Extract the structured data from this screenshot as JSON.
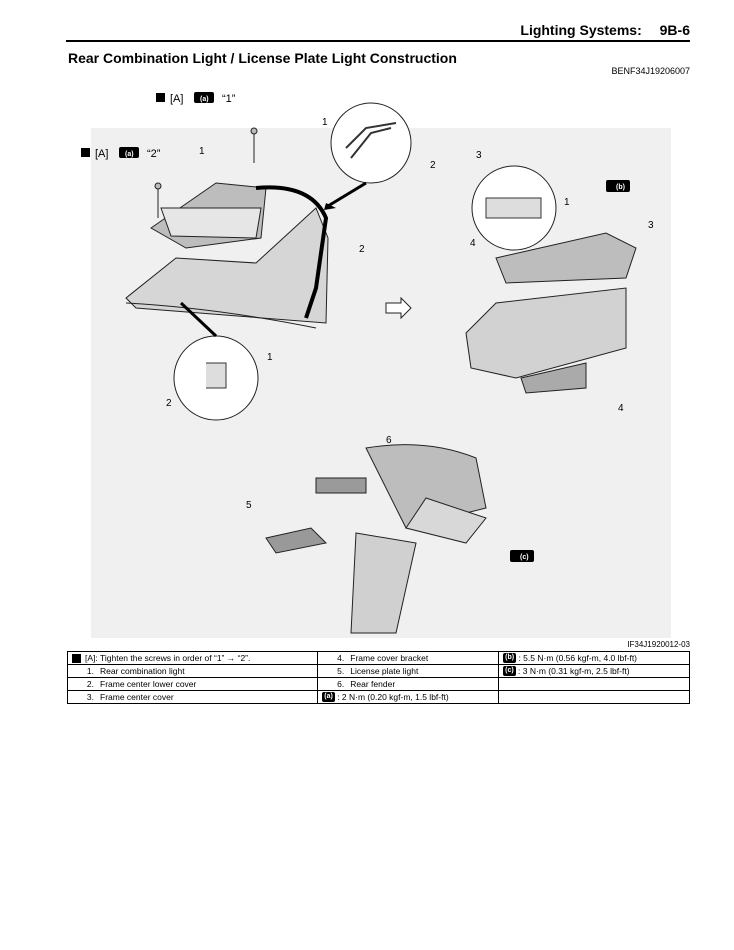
{
  "header": {
    "section": "Lighting Systems:",
    "page": "9B-6"
  },
  "title": "Rear Combination Light / License Plate Light Construction",
  "doc_code": "BENF34J19206007",
  "figure": {
    "code": "IF34J1920012-03",
    "callouts": {
      "a1_label": "[A]",
      "a1_badge": "(a)",
      "a1_order": "“1”",
      "a2_label": "[A]",
      "a2_badge": "(a)",
      "a2_order": "“2”",
      "b_badge": "(b)",
      "c_badge": "(c)"
    },
    "numbers": [
      "1",
      "2",
      "1",
      "2",
      "1",
      "2",
      "3",
      "1",
      "4",
      "3",
      "4",
      "6",
      "5"
    ]
  },
  "legend": {
    "a_label": "[A]:",
    "a_text": "Tighten the screws in order of “1” → “2”.",
    "items": [
      {
        "num": "1.",
        "text": "Rear combination light"
      },
      {
        "num": "2.",
        "text": "Frame center lower cover"
      },
      {
        "num": "3.",
        "text": "Frame center cover"
      },
      {
        "num": "4.",
        "text": "Frame cover bracket"
      },
      {
        "num": "5.",
        "text": "License plate light"
      },
      {
        "num": "6.",
        "text": "Rear fender"
      }
    ],
    "torque": [
      {
        "badge": "(a)",
        "text": "2 N·m (0.20 kgf-m, 1.5 lbf-ft)"
      },
      {
        "badge": "(b)",
        "text": "5.5 N·m (0.56 kgf-m, 4.0 lbf-ft)"
      },
      {
        "badge": "(c)",
        "text": "3 N·m (0.31 kgf-m, 2.5 lbf-ft)"
      }
    ]
  }
}
